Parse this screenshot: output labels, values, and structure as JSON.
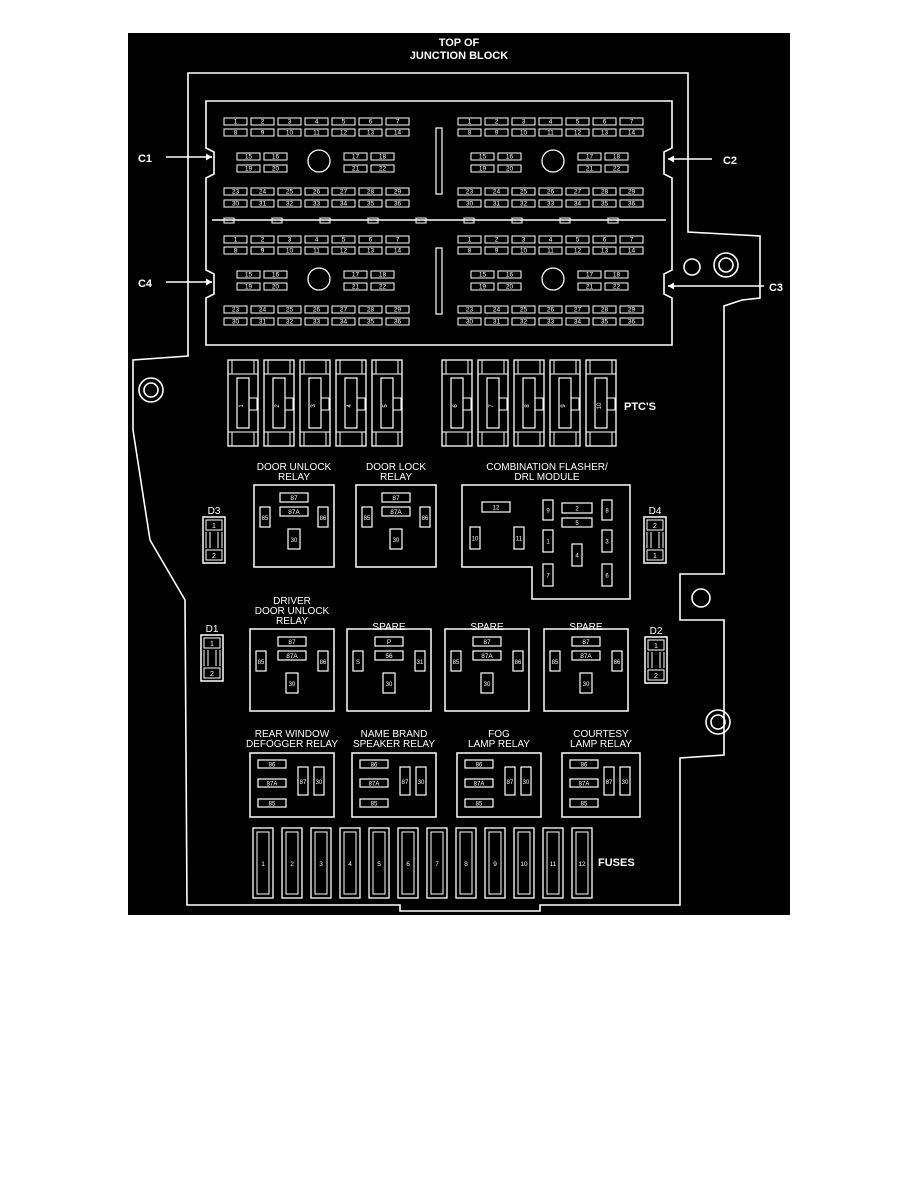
{
  "colors": {
    "background": "#000000",
    "line": "#ffffff",
    "page": "#ffffff"
  },
  "title_lines": [
    "TOP OF",
    "JUNCTION BLOCK"
  ],
  "connectors": {
    "labels": {
      "c1": "C1",
      "c2": "C2",
      "c3": "C3",
      "c4": "C4"
    },
    "top_row_a": [
      "1",
      "2",
      "3",
      "4",
      "5",
      "6",
      "7"
    ],
    "top_row_b": [
      "8",
      "9",
      "10",
      "11",
      "12",
      "13",
      "14"
    ],
    "mid_row_a": [
      "15",
      "16",
      "17",
      "18"
    ],
    "mid_row_b": [
      "19",
      "20",
      "21",
      "22"
    ],
    "bottom_row_a": [
      "23",
      "24",
      "25",
      "26",
      "27",
      "28",
      "29"
    ],
    "bottom_row_b": [
      "30",
      "31",
      "32",
      "33",
      "34",
      "35",
      "36"
    ]
  },
  "ptc": {
    "label": "PTC'S",
    "numbers": [
      "1",
      "2",
      "3",
      "4",
      "5",
      "6",
      "7",
      "8",
      "9",
      "10"
    ]
  },
  "relays": {
    "door_unlock": {
      "lines": [
        "DOOR UNLOCK",
        "RELAY"
      ],
      "pins": [
        "87",
        "87A",
        "85",
        "86",
        "30"
      ]
    },
    "door_lock": {
      "lines": [
        "DOOR LOCK",
        "RELAY"
      ],
      "pins": [
        "87",
        "87A",
        "85",
        "86",
        "30"
      ]
    },
    "flasher": {
      "lines": [
        "COMBINATION FLASHER/",
        "DRL MODULE"
      ],
      "pins": [
        "12",
        "9",
        "2",
        "8",
        "5",
        "10",
        "11",
        "1",
        "3",
        "4",
        "7",
        "6"
      ]
    },
    "driver_door_unlock": {
      "lines": [
        "DRIVER",
        "DOOR UNLOCK",
        "RELAY"
      ],
      "pins": [
        "87",
        "87A",
        "85",
        "86",
        "30"
      ]
    },
    "spare1": {
      "lines": [
        "SPARE"
      ],
      "pins": [
        "P",
        "56",
        "S",
        "31",
        "30"
      ]
    },
    "spare2": {
      "lines": [
        "SPARE"
      ],
      "pins": [
        "87",
        "87A",
        "85",
        "86",
        "30"
      ]
    },
    "spare3": {
      "lines": [
        "SPARE"
      ],
      "pins": [
        "87",
        "87A",
        "85",
        "86",
        "30"
      ]
    },
    "rear_window": {
      "lines": [
        "REAR WINDOW",
        "DEFOGGER RELAY"
      ],
      "pins": [
        "86",
        "87A",
        "85",
        "87",
        "30"
      ]
    },
    "name_brand": {
      "lines": [
        "NAME BRAND",
        "SPEAKER RELAY"
      ],
      "pins": [
        "86",
        "87A",
        "85",
        "87",
        "30"
      ]
    },
    "fog_lamp": {
      "lines": [
        "FOG",
        "LAMP RELAY"
      ],
      "pins": [
        "86",
        "87A",
        "85",
        "87",
        "30"
      ]
    },
    "courtesy_lamp": {
      "lines": [
        "COURTESY",
        "LAMP RELAY"
      ],
      "pins": [
        "86",
        "87A",
        "85",
        "87",
        "30"
      ]
    }
  },
  "diodes": {
    "d3": {
      "label": "D3",
      "pins": [
        "1",
        "2"
      ]
    },
    "d4": {
      "label": "D4",
      "pins": [
        "2",
        "1"
      ]
    },
    "d1": {
      "label": "D1",
      "pins": [
        "1",
        "2"
      ]
    },
    "d2": {
      "label": "D2",
      "pins": [
        "1",
        "2"
      ]
    }
  },
  "fuses": {
    "label": "FUSES",
    "numbers": [
      "1",
      "2",
      "3",
      "4",
      "5",
      "6",
      "7",
      "8",
      "9",
      "10",
      "11",
      "12"
    ]
  }
}
